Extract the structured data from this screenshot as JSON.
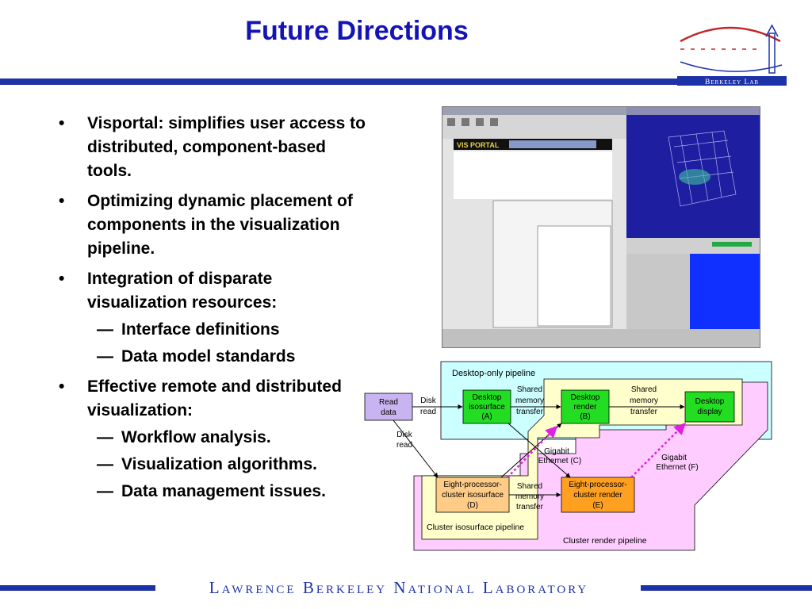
{
  "slide": {
    "title": "Future Directions",
    "bullets": [
      {
        "level": 1,
        "marker": "•",
        "text": "Visportal: simplifies user access to distributed, component-based tools."
      },
      {
        "level": 1,
        "marker": "•",
        "text": "Optimizing dynamic placement of components in the visualization pipeline."
      },
      {
        "level": 1,
        "marker": "•",
        "text": "Integration of disparate visualization resources:"
      },
      {
        "level": 2,
        "marker": "—",
        "text": "Interface definitions"
      },
      {
        "level": 2,
        "marker": "—",
        "text": "Data model standards"
      },
      {
        "level": 1,
        "marker": "•",
        "text": "Effective remote and distributed visualization:"
      },
      {
        "level": 2,
        "marker": "—",
        "text": "Workflow analysis."
      },
      {
        "level": 2,
        "marker": "—",
        "text": "Visualization algorithms."
      },
      {
        "level": 2,
        "marker": "—",
        "text": "Data management issues."
      }
    ],
    "footer": "Lawrence Berkeley National Laboratory"
  },
  "logo": {
    "text": "Berkeley Lab"
  },
  "screenshot": {
    "banner": "VIS PORTAL"
  },
  "diagram": {
    "desktop_pipeline_label": "Desktop-only pipeline",
    "cluster_iso_label": "Cluster isosurface pipeline",
    "cluster_render_label": "Cluster render pipeline",
    "read_data": [
      "Read",
      "data"
    ],
    "disk_read_1": [
      "Disk",
      "read"
    ],
    "disk_read_2": [
      "Disk",
      "read"
    ],
    "box_a": [
      "Desktop",
      "isosurface",
      "(A)"
    ],
    "box_b": [
      "Desktop",
      "render",
      "(B)"
    ],
    "box_display": [
      "Desktop",
      "display"
    ],
    "box_d": [
      "Eight-processor-",
      "cluster isosurface",
      "(D)"
    ],
    "box_e": [
      "Eight-processor-",
      "cluster render",
      "(E)"
    ],
    "shared_1": [
      "Shared",
      "memory",
      "transfer"
    ],
    "shared_2": [
      "Shared",
      "memory",
      "transfer"
    ],
    "shared_3": [
      "Shared",
      "memory",
      "transfer"
    ],
    "gigabit_c": [
      "Gigabit",
      "Ethernet (C)"
    ],
    "gigabit_f": [
      "Gigabit",
      "Ethernet (F)"
    ]
  },
  "colors": {
    "title_blue": "#1414b4",
    "rule_blue": "#1e32a8",
    "logo_red": "#c0282a",
    "cyan_region": "#ccffff",
    "pink_region": "#ffccff",
    "yellow_region": "#ffffcc",
    "green_box": "#22dd22",
    "orange_box": "#ffa020",
    "lavender_box": "#c8b4f0",
    "magenta_arrow": "#e020e0"
  }
}
